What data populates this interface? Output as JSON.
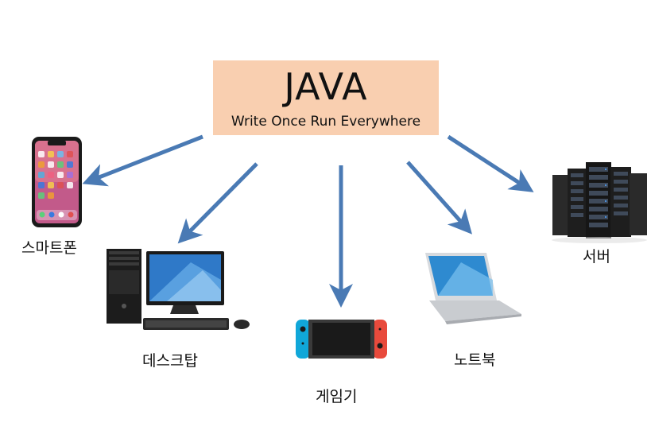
{
  "center": {
    "title": "JAVA",
    "subtitle": "Write Once Run Everywhere"
  },
  "devices": [
    {
      "id": "smartphone",
      "label": "스마트폰"
    },
    {
      "id": "desktop",
      "label": "데스크탑"
    },
    {
      "id": "game-console",
      "label": "게임기"
    },
    {
      "id": "laptop",
      "label": "노트북"
    },
    {
      "id": "server",
      "label": "서버"
    }
  ],
  "colors": {
    "arrow": "#4a7ab4",
    "box": "#f9cfb0"
  }
}
